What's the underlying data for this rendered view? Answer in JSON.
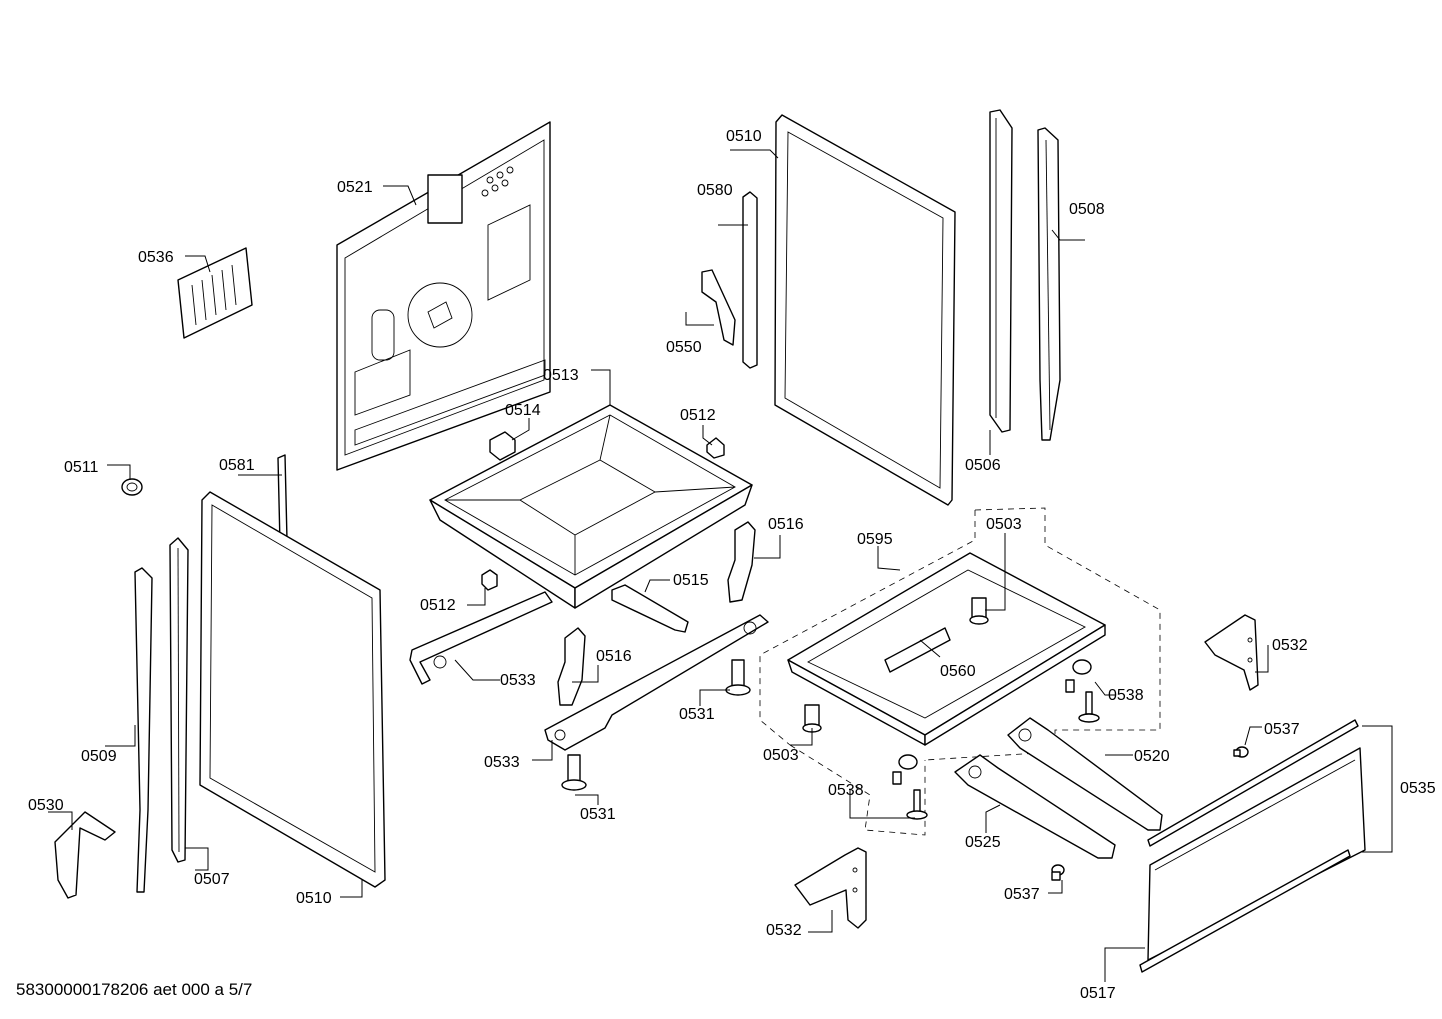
{
  "footer": {
    "document_code": "58300000178206 aet 000 a 5/7"
  },
  "callouts": [
    "0521",
    "0536",
    "0510",
    "0580",
    "0550",
    "0506",
    "0508",
    "0513",
    "0514",
    "0512",
    "0511",
    "0581",
    "0516",
    "0512",
    "0515",
    "0595",
    "0503",
    "0533",
    "0516",
    "0560",
    "0532",
    "0538",
    "0531",
    "0509",
    "0533",
    "0503",
    "0537",
    "0535",
    "0520",
    "0538",
    "0531",
    "0530",
    "0507",
    "0510",
    "0525",
    "0537",
    "0532",
    "0517"
  ]
}
